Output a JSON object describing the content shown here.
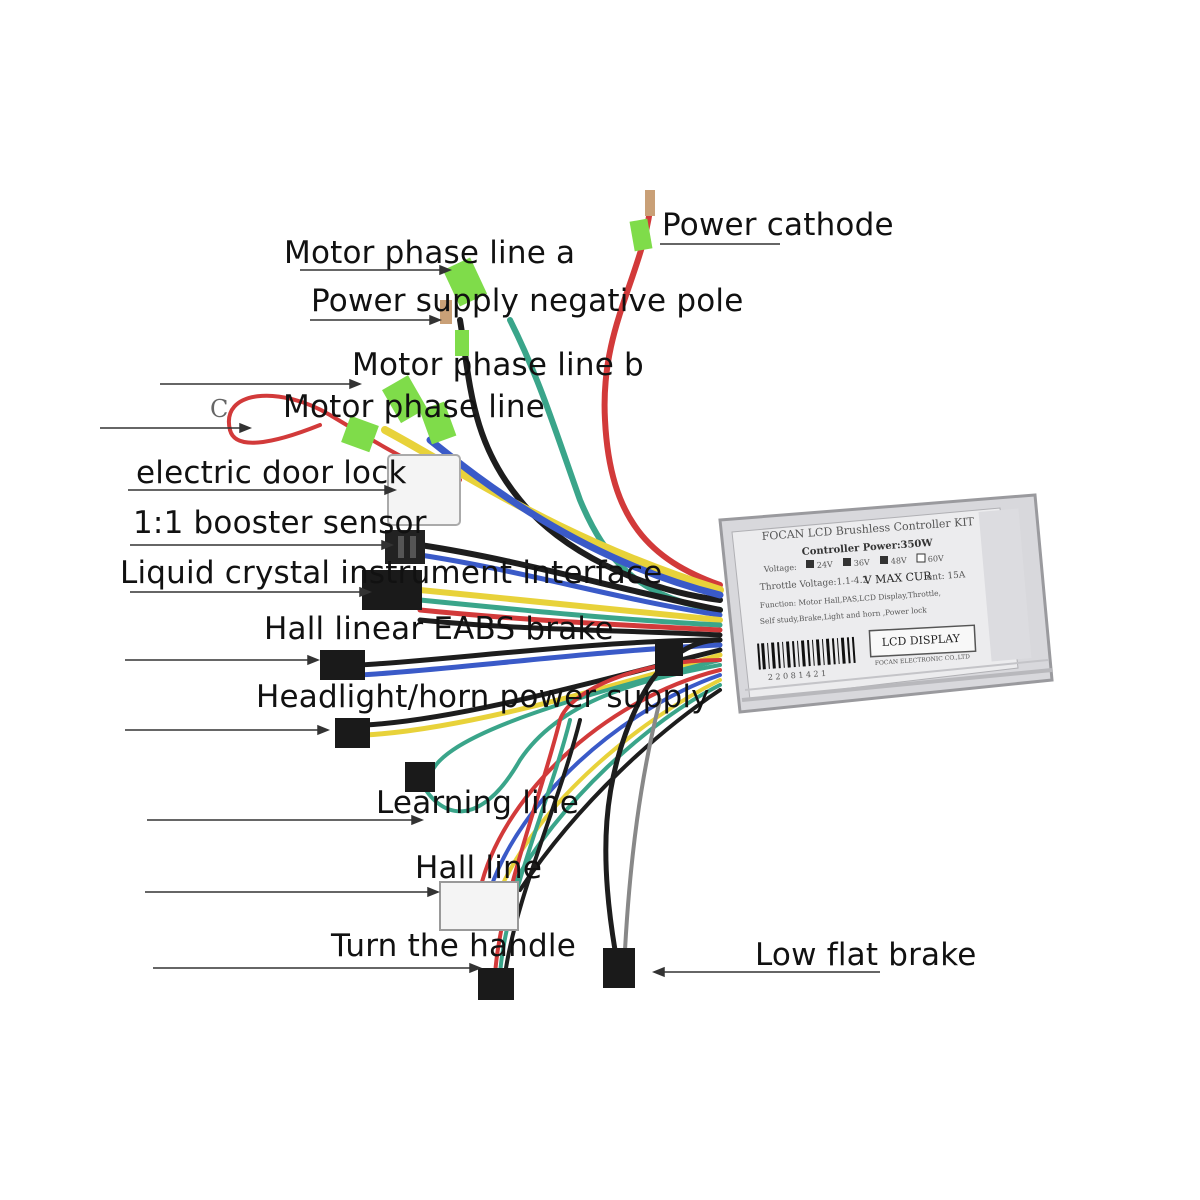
{
  "labels": {
    "power_cathode": "Power cathode",
    "motor_phase_a": "Motor phase line a",
    "power_negative": "Power supply negative pole",
    "motor_phase_b": "Motor phase line b",
    "motor_phase": "Motor phase line",
    "door_lock": "electric door lock",
    "booster": "1:1 booster sensor",
    "lcd_interface": "Liquid crystal instrument interface",
    "eabs": "Hall linear EABS brake",
    "headlight": "Headlight/horn power supply",
    "learning": "Learning line",
    "hall": "Hall line",
    "handle": "Turn the handle",
    "low_brake": "Low flat brake",
    "c_mark": "C"
  },
  "controller": {
    "title": "FOCAN LCD Brushless Controller KIT",
    "power": "Controller Power:350W",
    "voltage_label": "Voltage:",
    "v24": "24V",
    "v36": "36V",
    "v48": "48V",
    "v60": "60V",
    "throttle": "Throttle Voltage:1.1-4.2",
    "max_cur": "V MAX CUR",
    "current": "ent: 15A",
    "function": "Function: Motor Hall,PAS,LCD Display,Throttle,",
    "function2": "Self study,Brake,Light and horn ,Power lock",
    "lcd_display": "LCD DISPLAY",
    "barcode_num": "2 2 0 8 1 4 2 1",
    "company": "FOCAN ELECTRONIC CO.,LTD"
  },
  "colors": {
    "red": "#d23a3a",
    "green": "#3aa58a",
    "black": "#1d1d1d",
    "yellow": "#e8d23a",
    "blue": "#3a5ac8",
    "tag_green": "#7fdc4a",
    "housing": "#d8d8dc"
  }
}
